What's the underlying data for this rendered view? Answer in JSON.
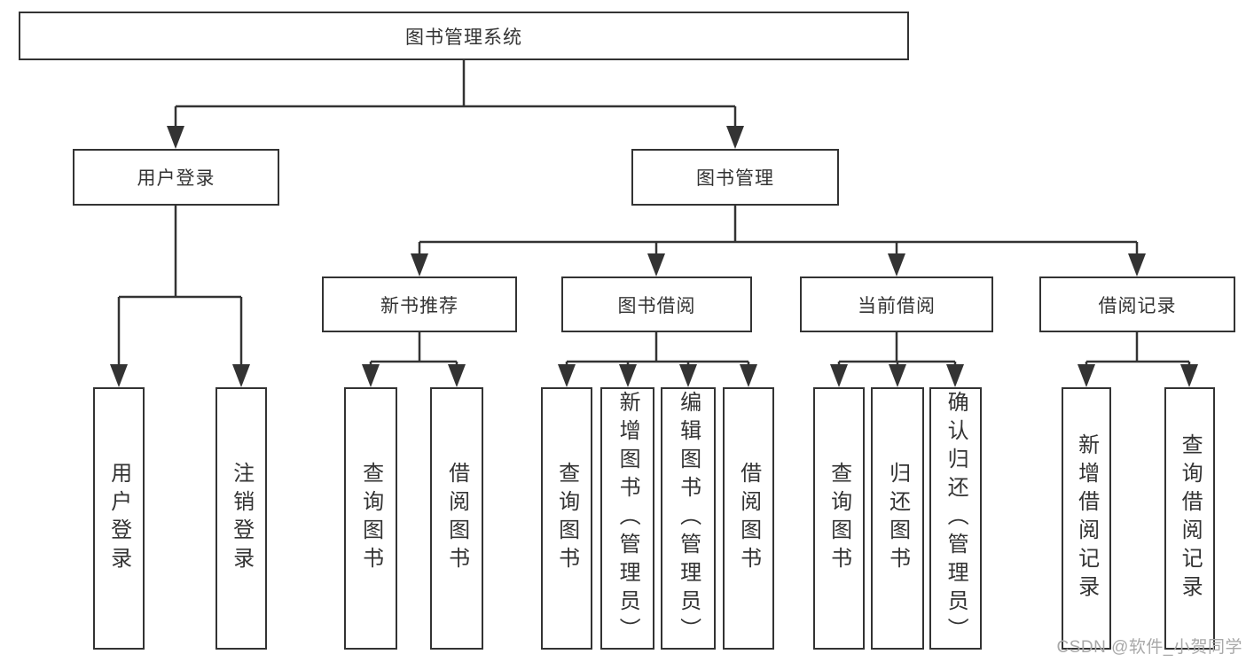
{
  "diagram": {
    "watermark": "CSDN @软件_小贺同学",
    "colors": {
      "line": "#333333",
      "text": "#333333",
      "background": "#ffffff",
      "watermark": "#a8a8a8"
    },
    "nodes": {
      "root": {
        "label": "图书管理系统"
      },
      "user_login": {
        "label": "用户登录"
      },
      "book_mgmt": {
        "label": "图书管理"
      },
      "new_book_rec": {
        "label": "新书推荐"
      },
      "book_borrow": {
        "label": "图书借阅"
      },
      "current_borrow": {
        "label": "当前借阅"
      },
      "borrow_record": {
        "label": "借阅记录"
      },
      "leaf_user_login": {
        "label": "用户登录",
        "parent": "user_login"
      },
      "leaf_logout": {
        "label": "注销登录",
        "parent": "user_login"
      },
      "leaf_query_book_1": {
        "label": "查询图书",
        "parent": "new_book_rec"
      },
      "leaf_borrow_book_1": {
        "label": "借阅图书",
        "parent": "new_book_rec"
      },
      "leaf_query_book_2": {
        "label": "查询图书",
        "parent": "book_borrow"
      },
      "leaf_add_book": {
        "label": "新增图书（管理员）",
        "parent": "book_borrow"
      },
      "leaf_edit_book": {
        "label": "编辑图书（管理员）",
        "parent": "book_borrow"
      },
      "leaf_borrow_book_2": {
        "label": "借阅图书",
        "parent": "book_borrow"
      },
      "leaf_query_book_3": {
        "label": "查询图书",
        "parent": "current_borrow"
      },
      "leaf_return_book": {
        "label": "归还图书",
        "parent": "current_borrow"
      },
      "leaf_confirm_return": {
        "label": "确认归还（管理员）",
        "parent": "current_borrow"
      },
      "leaf_add_record": {
        "label": "新增借阅记录",
        "parent": "borrow_record"
      },
      "leaf_query_record": {
        "label": "查询借阅记录",
        "parent": "borrow_record"
      }
    }
  }
}
